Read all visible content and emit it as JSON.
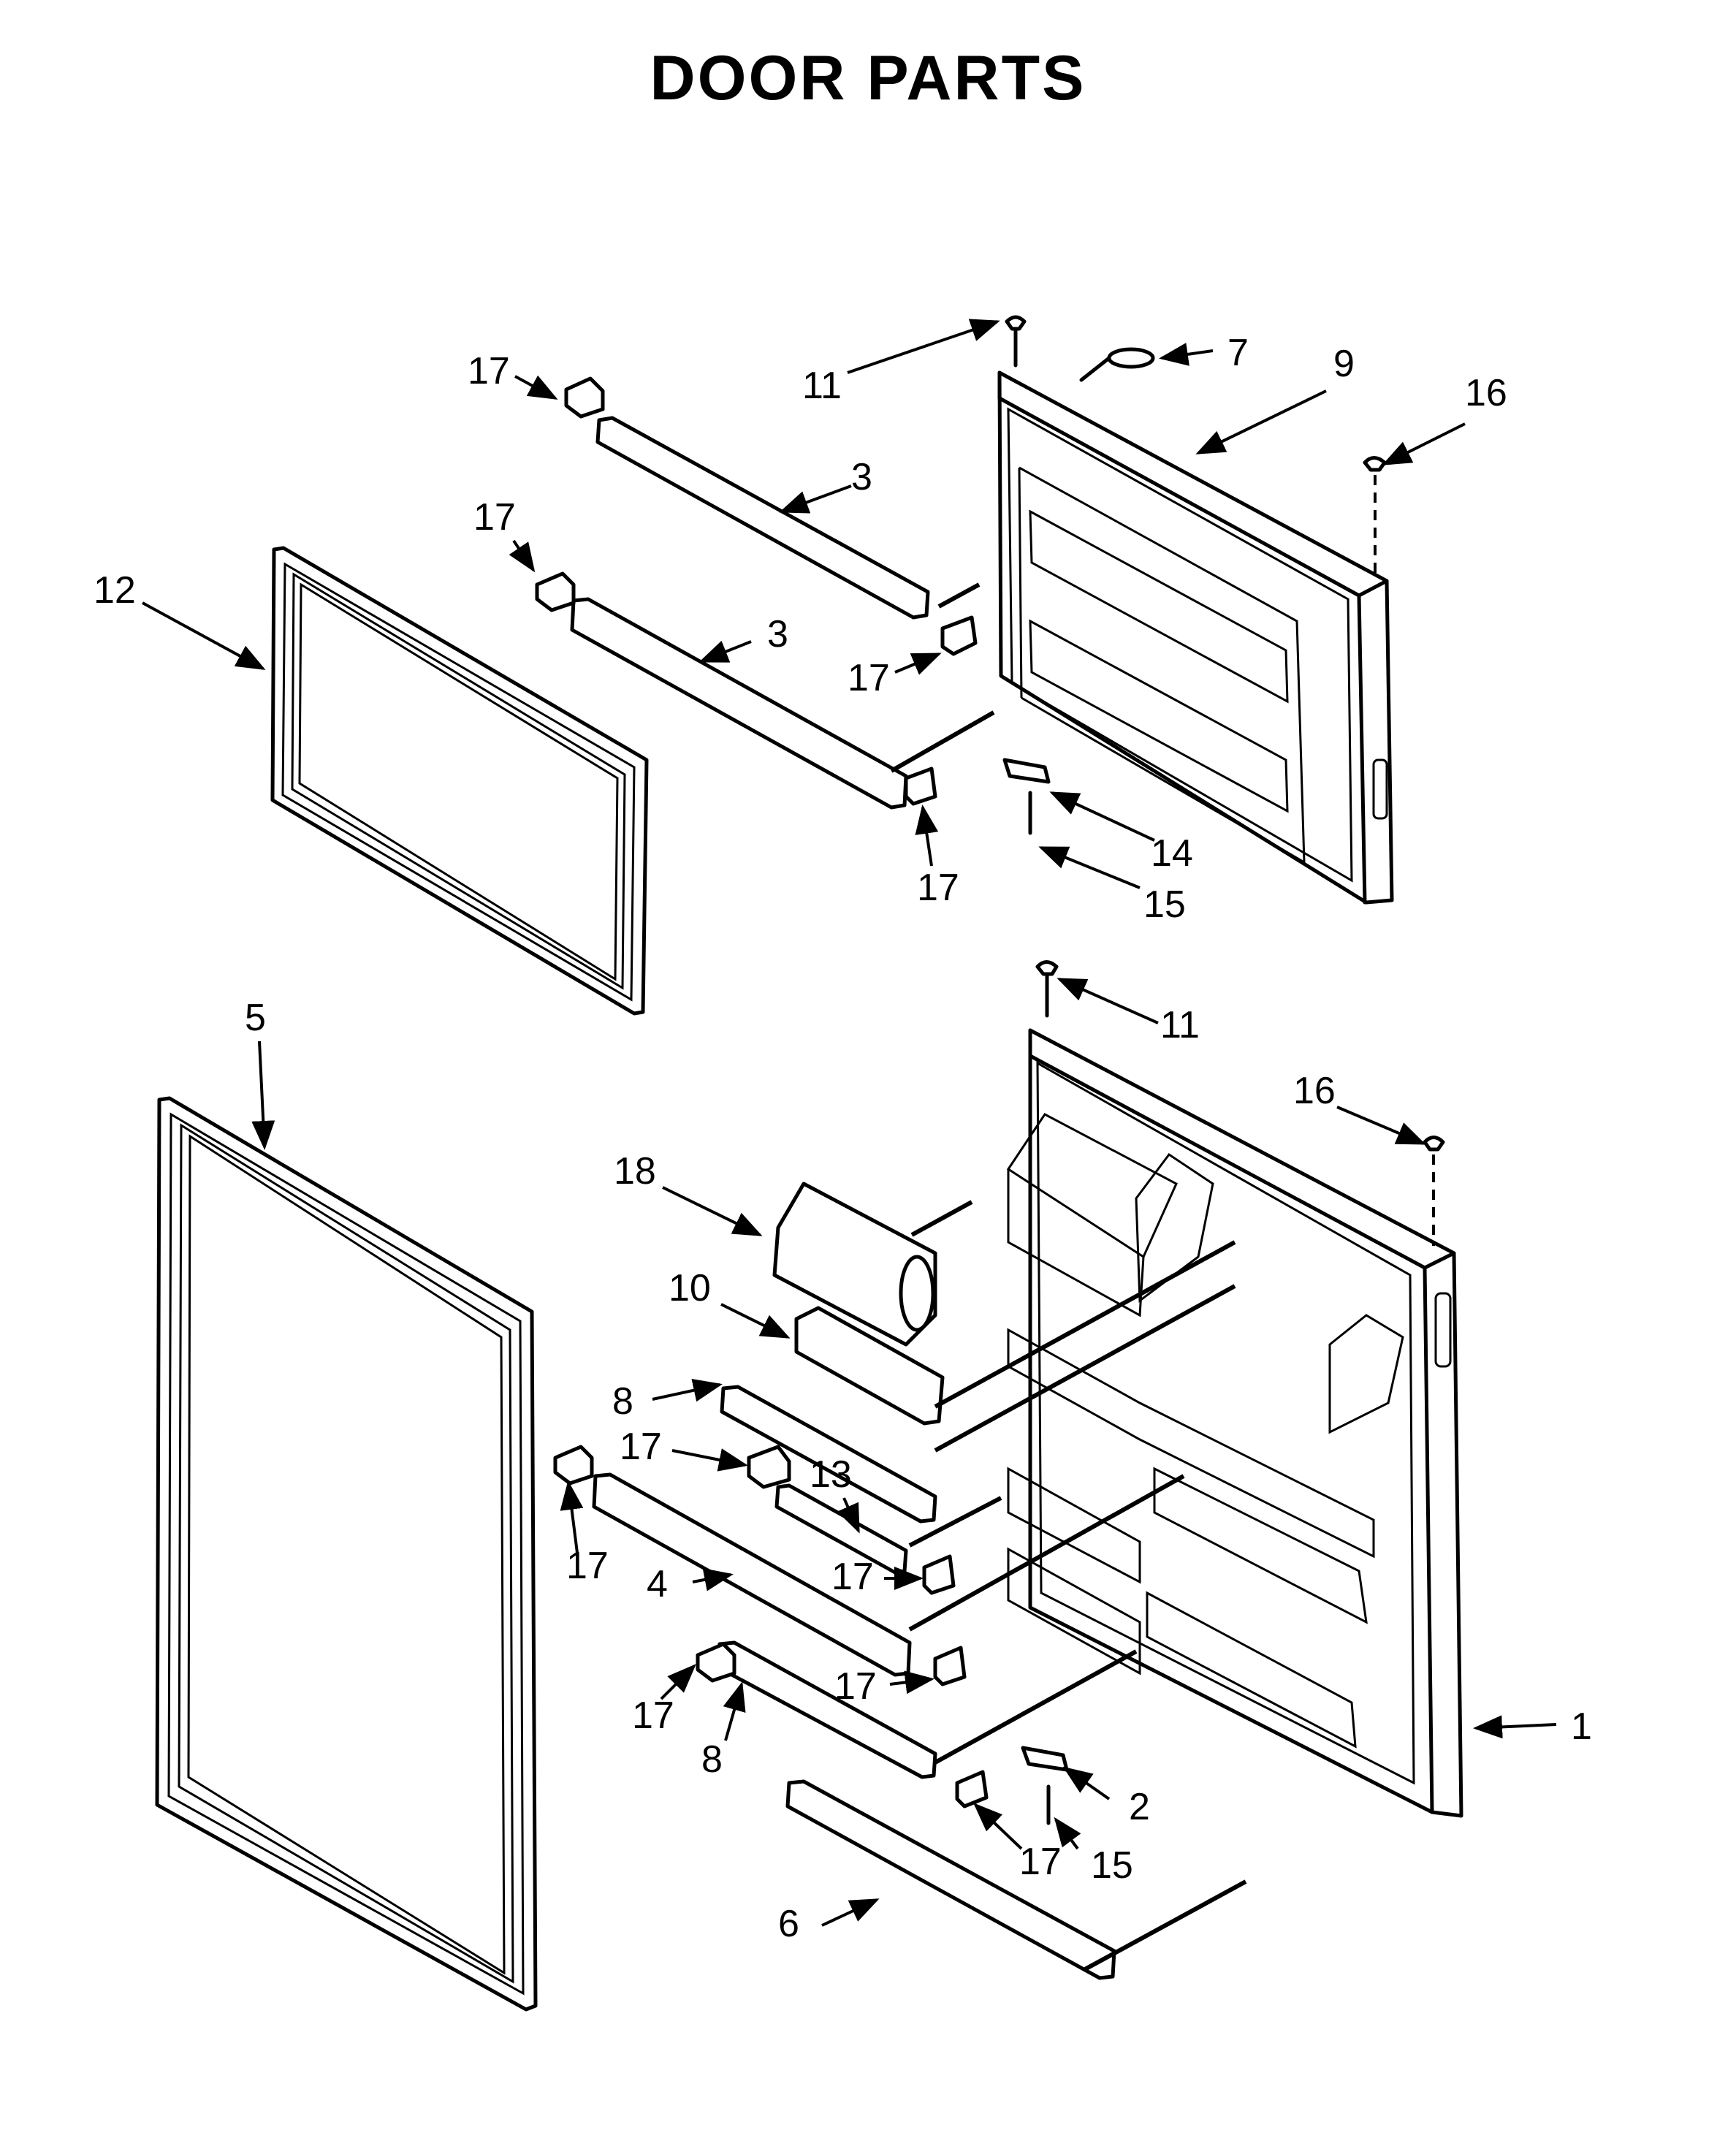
{
  "title": "DOOR PARTS",
  "callouts": [
    {
      "id": "c17a",
      "label": "17"
    },
    {
      "id": "c11a",
      "label": "11"
    },
    {
      "id": "c7",
      "label": "7"
    },
    {
      "id": "c9",
      "label": "9"
    },
    {
      "id": "c16a",
      "label": "16"
    },
    {
      "id": "c3a",
      "label": "3"
    },
    {
      "id": "c17b",
      "label": "17"
    },
    {
      "id": "c12",
      "label": "12"
    },
    {
      "id": "c3b",
      "label": "3"
    },
    {
      "id": "c17c",
      "label": "17"
    },
    {
      "id": "c17d",
      "label": "17"
    },
    {
      "id": "c14",
      "label": "14"
    },
    {
      "id": "c15a",
      "label": "15"
    },
    {
      "id": "c11b",
      "label": "11"
    },
    {
      "id": "c5",
      "label": "5"
    },
    {
      "id": "c16b",
      "label": "16"
    },
    {
      "id": "c18",
      "label": "18"
    },
    {
      "id": "c10",
      "label": "10"
    },
    {
      "id": "c8a",
      "label": "8"
    },
    {
      "id": "c17e",
      "label": "17"
    },
    {
      "id": "c13",
      "label": "13"
    },
    {
      "id": "c17f",
      "label": "17"
    },
    {
      "id": "c17g",
      "label": "17"
    },
    {
      "id": "c4",
      "label": "4"
    },
    {
      "id": "c17h",
      "label": "17"
    },
    {
      "id": "c17i",
      "label": "17"
    },
    {
      "id": "c8b",
      "label": "8"
    },
    {
      "id": "c1",
      "label": "1"
    },
    {
      "id": "c2",
      "label": "2"
    },
    {
      "id": "c17j",
      "label": "17"
    },
    {
      "id": "c15b",
      "label": "15"
    },
    {
      "id": "c6",
      "label": "6"
    }
  ]
}
